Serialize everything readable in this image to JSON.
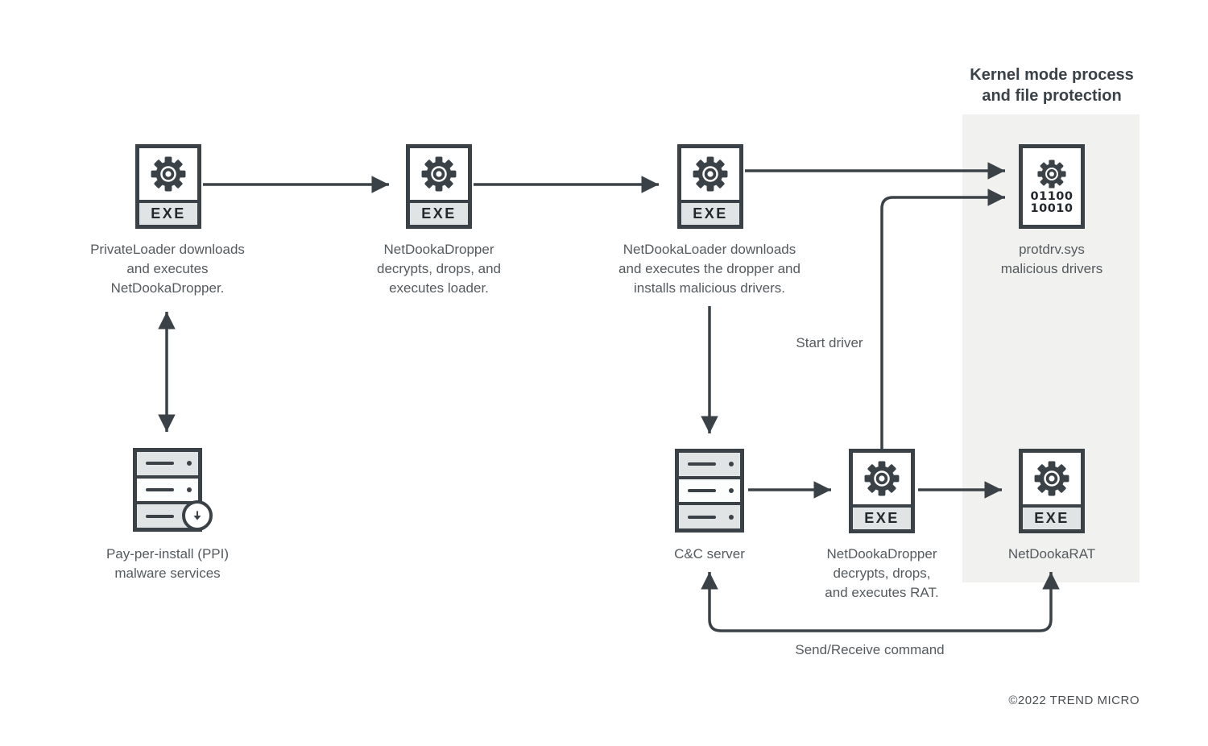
{
  "diagram": {
    "title": "Kernel mode process\nand file protection",
    "copyright": "©2022 TREND MICRO",
    "badge_exe": "EXE",
    "nodes": {
      "privateloader": {
        "label": "PrivateLoader downloads\nand executes\nNetDookaDropper."
      },
      "dropper1": {
        "label": "NetDookaDropper\ndecrypts, drops, and\nexecutes loader."
      },
      "loader": {
        "label": "NetDookaLoader downloads\nand executes the dropper and\ninstalls malicious drivers."
      },
      "protdrv": {
        "label": "protdrv.sys\nmalicious drivers",
        "binary": "01100\n10010"
      },
      "ppi": {
        "label": "Pay-per-install (PPI)\nmalware services"
      },
      "cnc": {
        "label": "C&C server"
      },
      "dropper2": {
        "label": "NetDookaDropper\ndecrypts, drops,\nand executes RAT."
      },
      "rat": {
        "label": "NetDookaRAT"
      }
    },
    "edge_labels": {
      "start_driver": "Start driver",
      "send_receive": "Send/Receive command"
    },
    "colors": {
      "stroke": "#3b4247",
      "icon_fill_light": "#e1e4e5",
      "panel": "#f1f1f0",
      "label_text": "#555a5e"
    }
  }
}
